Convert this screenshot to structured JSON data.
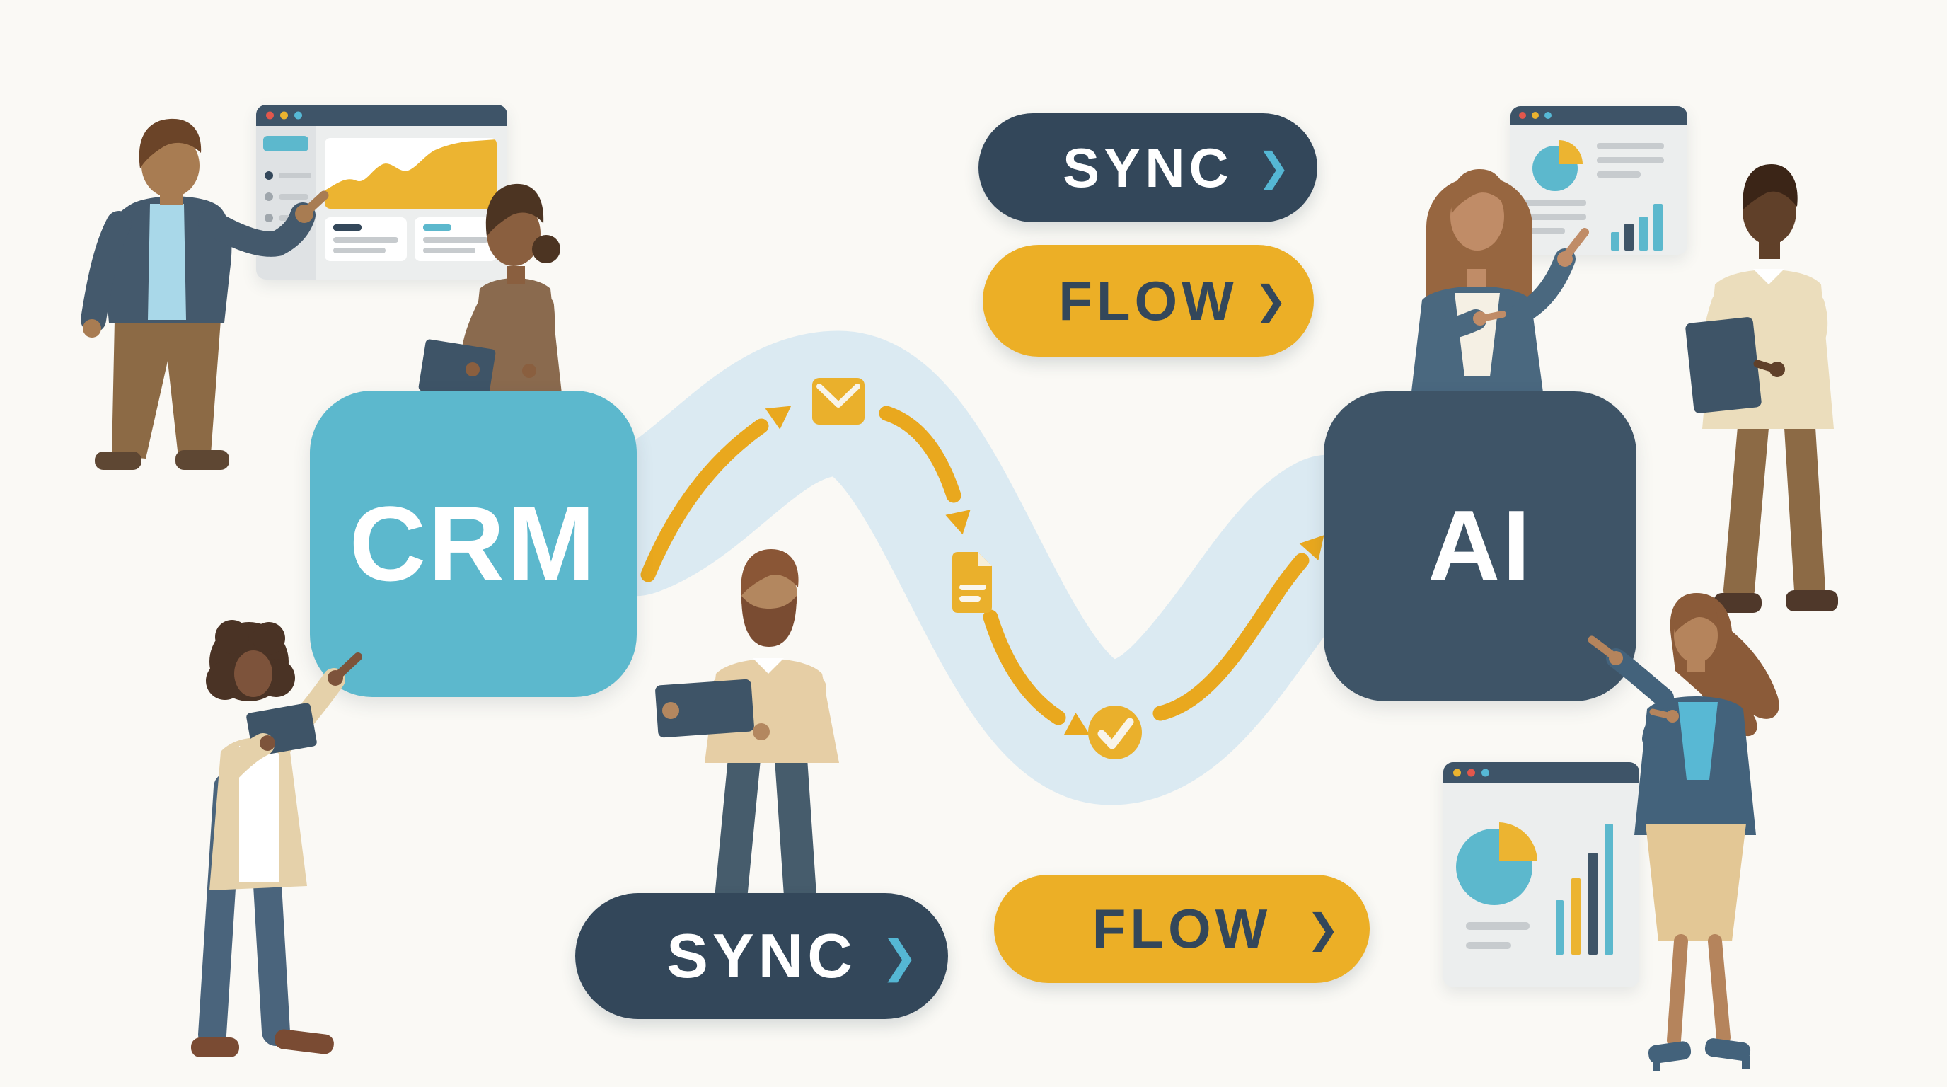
{
  "scene": {
    "title": "CRM to AI automation flow illustration",
    "description": "Flat illustration: people presenting dashboards around a CRM system connected to an AI system by a winding flow with email, document and checkmark steps."
  },
  "colors": {
    "bg": "#FAF9F5",
    "teal": "#5CB8CD",
    "slate": "#3E5467",
    "pill-dark": "#33475A",
    "yellow": "#ECAF26",
    "arrow-yellow": "#E9A81E",
    "icon-yellow": "#EAB02C",
    "chart-yellow": "#ECB431",
    "band": "#DBEAF2",
    "chevron-teal": "#55B7D4",
    "window-header": "#3E5468",
    "window-body": "#ECEEEE",
    "sidebar": "#DFE2E4",
    "line-gray": "#C7CBCE",
    "dot-red": "#E2574C",
    "dot-yellow": "#EAB32F",
    "dot-teal": "#56B8D5"
  },
  "nodes": {
    "crm": {
      "label": "CRM"
    },
    "ai": {
      "label": "AI"
    }
  },
  "buttons": {
    "sync_top": {
      "label": "SYNC",
      "chevron": "❯"
    },
    "flow_top": {
      "label": "FLOW",
      "chevron": "❯"
    },
    "sync_bottom": {
      "label": "SYNC",
      "chevron": "❯"
    },
    "flow_bottom": {
      "label": "FLOW",
      "chevron": "❯"
    }
  },
  "flow_steps": {
    "step1": "email",
    "step2": "document",
    "step3": "checkmark"
  }
}
